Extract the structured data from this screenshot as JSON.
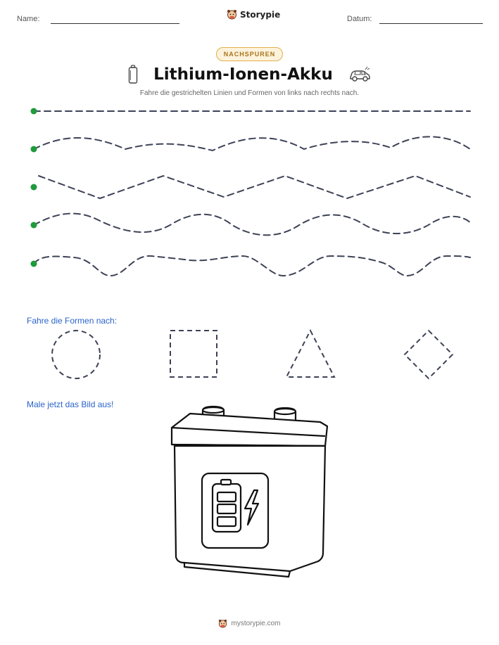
{
  "header": {
    "name_label": "Name:",
    "date_label": "Datum:",
    "brand": "Storypie"
  },
  "badge": "NACHSPUREN",
  "title": "Lithium-Ionen-Akku",
  "subtitle": "Fahre die gestrichelten Linien und Formen von links nach rechts nach.",
  "tracing": {
    "lines": [
      "straight",
      "smooth-wave",
      "zigzag",
      "big-wave",
      "bumpy-wave"
    ],
    "start_dot_color": "#1f9a3c"
  },
  "shapes": {
    "heading": "Fahre die Formen nach:",
    "items": [
      "circle",
      "square",
      "triangle",
      "diamond"
    ]
  },
  "coloring": {
    "heading": "Male jetzt das Bild aus!",
    "picture": "battery"
  },
  "footer": {
    "text": "mystorypie.com"
  },
  "icons": {
    "battery_title": "battery-icon",
    "car": "car-icon",
    "brand_logo": "storypie-logo-icon"
  }
}
